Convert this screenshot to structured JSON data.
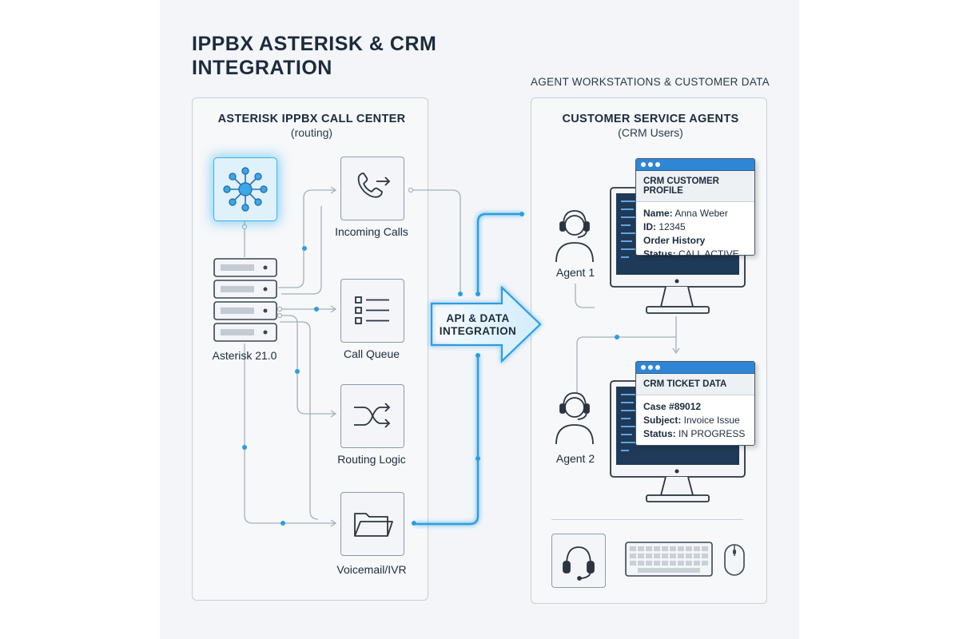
{
  "title": "IPPBX ASTERISK & CRM INTEGRATION",
  "left_panel": {
    "title": "ASTERISK IPPBX CALL CENTER",
    "subtitle": "(routing)",
    "server_label": "Asterisk 21.0",
    "modules": [
      {
        "label": "Incoming Calls",
        "icon": "phone-forward-icon"
      },
      {
        "label": "Call Queue",
        "icon": "list-icon"
      },
      {
        "label": "Routing Logic",
        "icon": "shuffle-icon"
      },
      {
        "label": "Voicemail/IVR",
        "icon": "folder-icon"
      }
    ]
  },
  "integration": {
    "label_line1": "API & DATA",
    "label_line2": "INTEGRATION"
  },
  "right_panel": {
    "heading": "AGENT WORKSTATIONS & CUSTOMER DATA",
    "title": "CUSTOMER SERVICE AGENTS",
    "subtitle": "(CRM Users)",
    "agents": [
      {
        "label": "Agent 1",
        "card": {
          "header": "CRM CUSTOMER PROFILE",
          "lines": [
            {
              "key": "Name:",
              "value": " Anna Weber"
            },
            {
              "key": "ID:",
              "value": " 12345"
            },
            {
              "key": "Order History",
              "value": ""
            },
            {
              "key": "Status:",
              "value": " CALL ACTIVE"
            }
          ]
        }
      },
      {
        "label": "Agent 2",
        "card": {
          "header": "CRM TICKET DATA",
          "lines": [
            {
              "key": "Case #89012",
              "value": ""
            },
            {
              "key": "Subject:",
              "value": " Invoice Issue"
            },
            {
              "key": "Status:",
              "value": " IN PROGRESS"
            }
          ]
        }
      }
    ],
    "peripherals": [
      "headset-icon",
      "keyboard-icon",
      "mouse-icon"
    ]
  },
  "colors": {
    "accent": "#2b9ee0",
    "glow": "#3ab3e6",
    "line": "#9aa6b2",
    "crm_bar": "#2f86d6"
  }
}
